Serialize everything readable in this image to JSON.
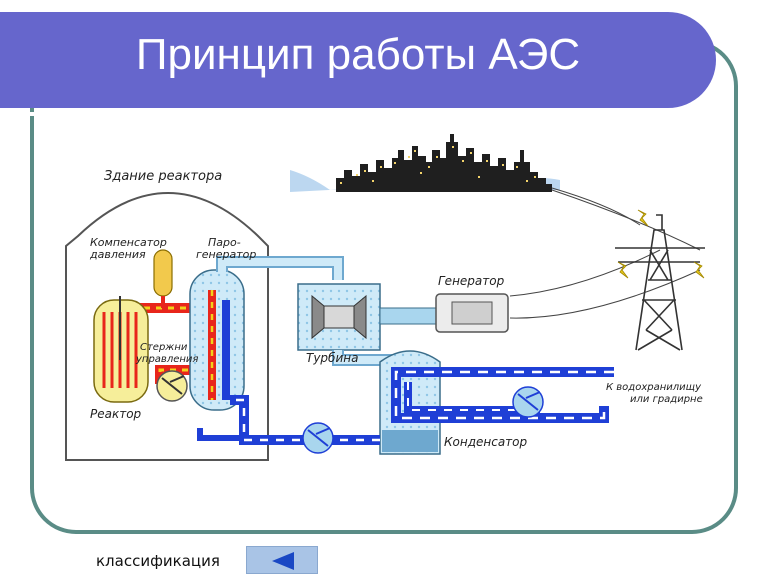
{
  "title": "Принцип работы АЭС",
  "labels": {
    "reactor_building": "Здание реактора",
    "pressurizer_line1": "Компенсатор",
    "pressurizer_line2": "давления",
    "steam_gen_line1": "Паро-",
    "steam_gen_line2": "генератор",
    "control_rods_line1": "Стержни",
    "control_rods_line2": "управления",
    "reactor": "Реактор",
    "turbine": "Турбина",
    "generator": "Генератор",
    "condenser": "Конденсатор",
    "reservoir_line1": "К водохранилищу",
    "reservoir_line2": "или градирне"
  },
  "footer": {
    "link_label": "классификация",
    "back_icon": "left-triangle-icon"
  },
  "colors": {
    "title_bar": "#6666cc",
    "frame_border": "#5a8c86",
    "hot_loop": "#e8261b",
    "hot_loop_dash": "#f2d21a",
    "cold_loop": "#1f3fd6",
    "steam_pipe": "#a9d6ee",
    "reactor_core": "#f6ee9a",
    "back_button": "#a9c4e6"
  }
}
